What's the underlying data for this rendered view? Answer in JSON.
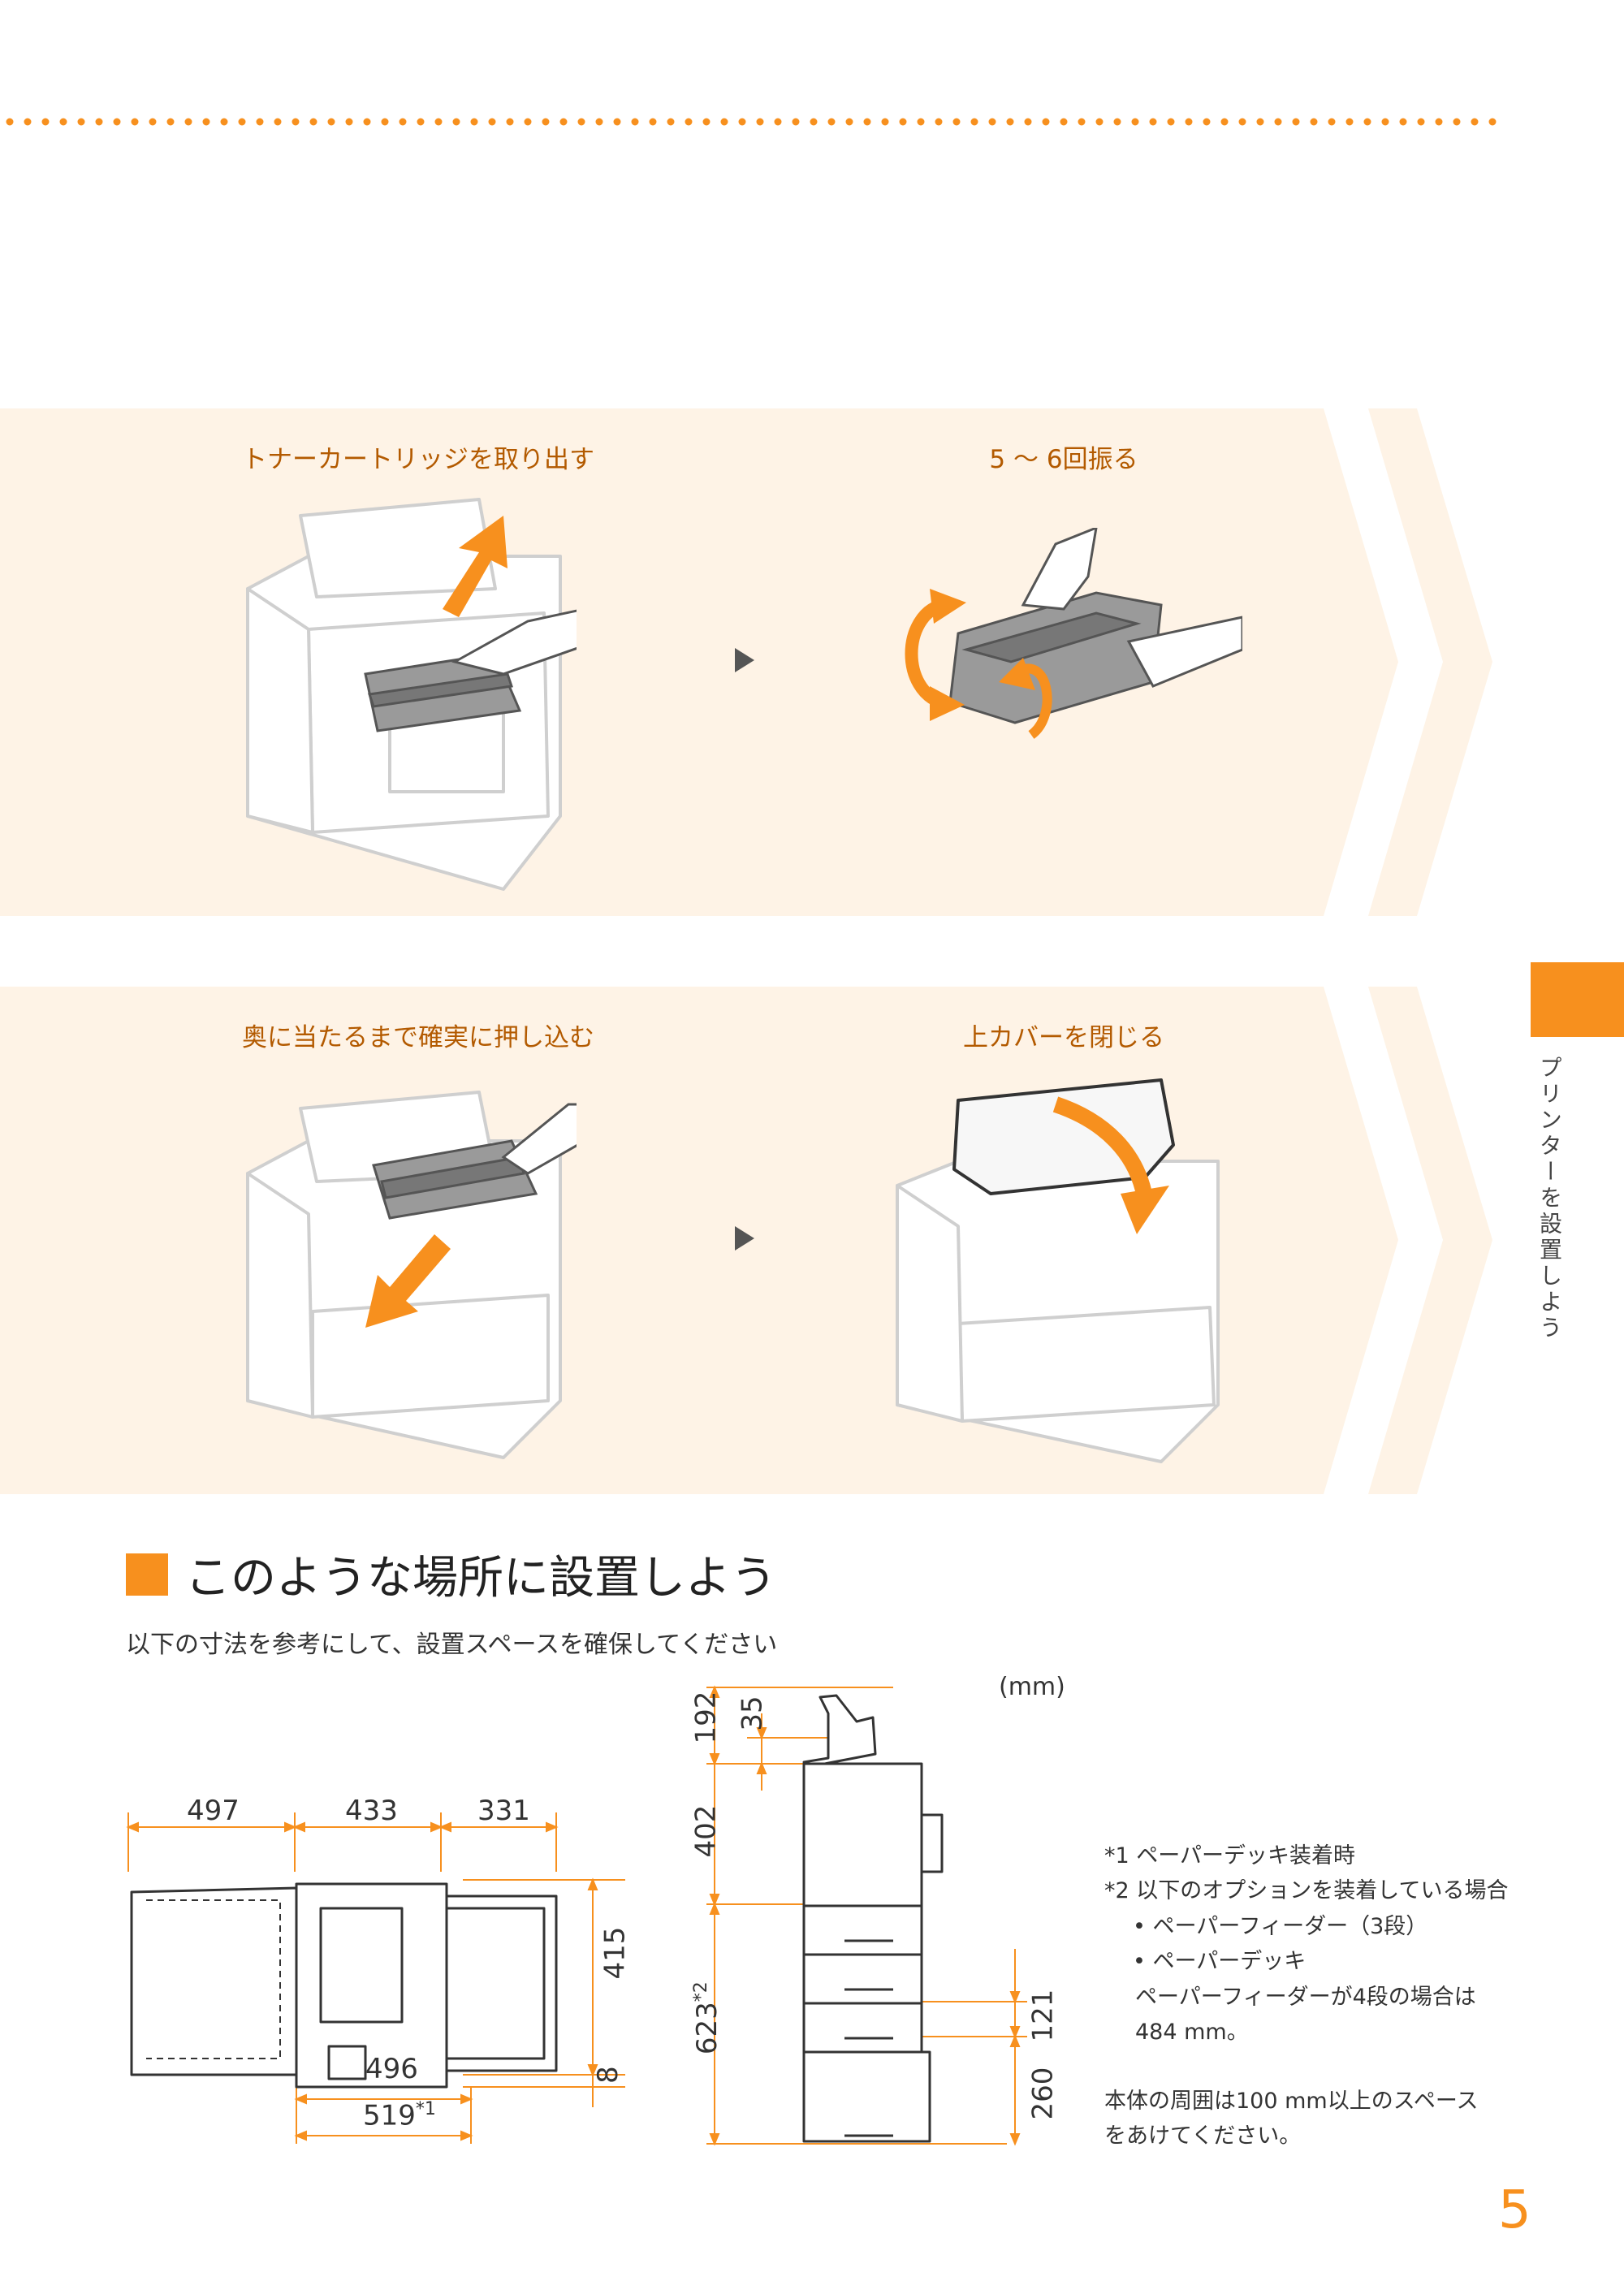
{
  "steps": {
    "remove_cartridge": "トナーカートリッジを取り出す",
    "shake": "5 ～ 6回振る",
    "push_in": "奥に当たるまで確実に押し込む",
    "close_cover": "上カバーを閉じる"
  },
  "side_tab": {
    "label": "プリンターを設置しよう"
  },
  "section": {
    "title": "このような場所に設置しよう",
    "intro": "以下の寸法を参考にして、設置スペースを確保してください"
  },
  "dimensions": {
    "unit": "(mm)",
    "top_view": {
      "d497": "497",
      "d433": "433",
      "d331": "331",
      "d415": "415",
      "d8": "8",
      "d496": "496",
      "d519": "519",
      "d519_sup": "*1"
    },
    "side_view": {
      "d192": "192",
      "d35": "35",
      "d402": "402",
      "d623": "623",
      "d623_sup": "*2",
      "d121": "121",
      "d260": "260"
    }
  },
  "notes": {
    "n1_mark": "*1",
    "n1": "ペーパーデッキ装着時",
    "n2_mark": "*2",
    "n2": "以下のオプションを装着している場合",
    "b1": "• ペーパーフィーダー（3段）",
    "b2": "• ペーパーデッキ",
    "b3": "ペーパーフィーダーが4段の場合は",
    "b4": "484 mm。",
    "p1": "本体の周囲は100 mm以上のスペース",
    "p2": "をあけてください。"
  },
  "page_number": "5",
  "colors": {
    "accent": "#f7901e",
    "band": "#fef3e6",
    "step_text": "#b35a00"
  },
  "icons": [
    "next-arrow-icon",
    "chevron-right-icon"
  ]
}
